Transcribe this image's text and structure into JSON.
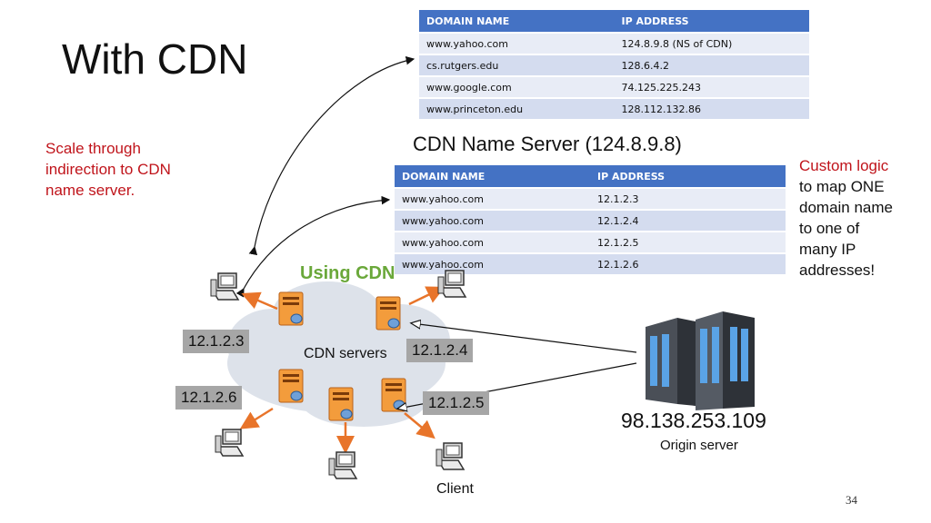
{
  "slide": {
    "title": "With CDN",
    "left_note": [
      "Scale through",
      "indirection to CDN",
      "name server."
    ],
    "right_note": [
      "Custom logic",
      "to map ONE",
      "domain name",
      "to one of",
      "many IP",
      "addresses!"
    ],
    "page_number": "34"
  },
  "dns_table": {
    "headers": [
      "DOMAIN NAME",
      "IP ADDRESS"
    ],
    "rows": [
      [
        "www.yahoo.com",
        "124.8.9.8 (NS of CDN)"
      ],
      [
        "cs.rutgers.edu",
        "128.6.4.2"
      ],
      [
        "www.google.com",
        "74.125.225.243"
      ],
      [
        "www.princeton.edu",
        "128.112.132.86"
      ]
    ]
  },
  "cdn_ns": {
    "title": "CDN Name Server (124.8.9.8)",
    "headers": [
      "DOMAIN NAME",
      "IP ADDRESS"
    ],
    "rows": [
      [
        "www.yahoo.com",
        "12.1.2.3"
      ],
      [
        "www.yahoo.com",
        "12.1.2.4"
      ],
      [
        "www.yahoo.com",
        "12.1.2.5"
      ],
      [
        "www.yahoo.com",
        "12.1.2.6"
      ]
    ]
  },
  "diagram": {
    "using_cdn": "Using CDN",
    "cdn_servers_label": "CDN servers",
    "ip_labels": [
      "12.1.2.3",
      "12.1.2.4",
      "12.1.2.6",
      "12.1.2.5"
    ],
    "origin_ip": "98.138.253.109",
    "origin_label": "Origin server",
    "client_label": "Client"
  },
  "colors": {
    "accent_red": "#c0141b",
    "table_header": "#4472c4",
    "arrow_orange": "#e8742a",
    "cloud": "#dde2ea"
  }
}
